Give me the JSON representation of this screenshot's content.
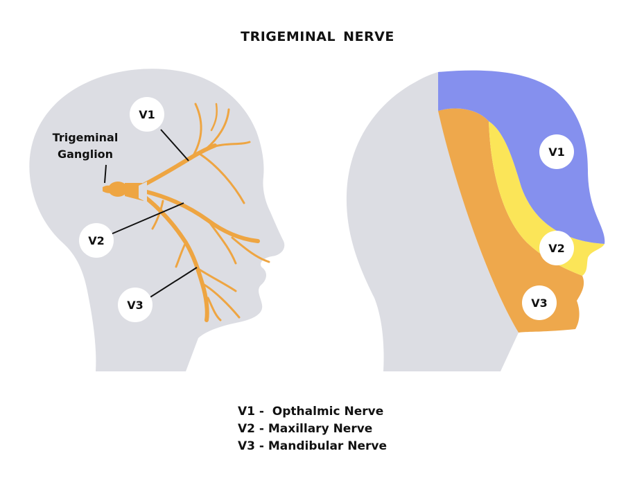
{
  "title": "TRIGEMINAL  NERVE",
  "colors": {
    "head": "#dcdde3",
    "nerve": "#eea542",
    "v1_region": "#8590ee",
    "v2_region": "#fbe558",
    "v3_region": "#eea84c",
    "leader": "#111111"
  },
  "left_head": {
    "ganglion_label_line1": "Trigeminal",
    "ganglion_label_line2": "Ganglion",
    "v1": "V1",
    "v2": "V2",
    "v3": "V3"
  },
  "right_head": {
    "v1": "V1",
    "v2": "V2",
    "v3": "V3"
  },
  "legend": [
    "V1 -  Opthalmic Nerve",
    "V2 - Maxillary Nerve",
    "V3 - Mandibular Nerve"
  ]
}
